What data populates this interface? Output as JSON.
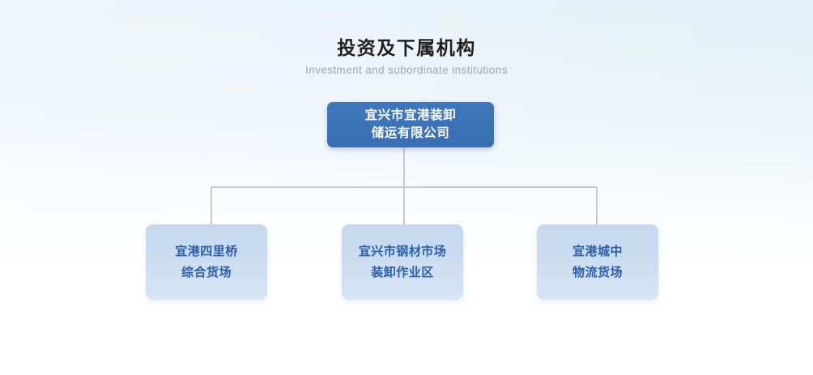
{
  "header": {
    "title": "投资及下属机构",
    "subtitle": "Investment and subordinate institutions"
  },
  "chart": {
    "type": "org-chart",
    "connector_color": "#c9c9c9",
    "root": {
      "id": "root",
      "line1": "宜兴市宜港装卸",
      "line2": "储运有限公司",
      "full_name": "宜兴市宜港装卸储运有限公司",
      "fill_color": "#3b72b8",
      "text_color": "#ffffff"
    },
    "children": [
      {
        "id": "child-1",
        "line1": "宜港四里桥",
        "line2": "综合货场",
        "full_name": "宜港四里桥综合货场",
        "fill_color": "#c8daf0",
        "text_color": "#2c5fa8"
      },
      {
        "id": "child-2",
        "line1": "宜兴市钢材市场",
        "line2": "装卸作业区",
        "full_name": "宜兴市钢材市场装卸作业区",
        "fill_color": "#c8daf0",
        "text_color": "#2c5fa8"
      },
      {
        "id": "child-3",
        "line1": "宜港城中",
        "line2": "物流货场",
        "full_name": "宜港城中物流货场",
        "fill_color": "#c8daf0",
        "text_color": "#2c5fa8"
      }
    ]
  }
}
